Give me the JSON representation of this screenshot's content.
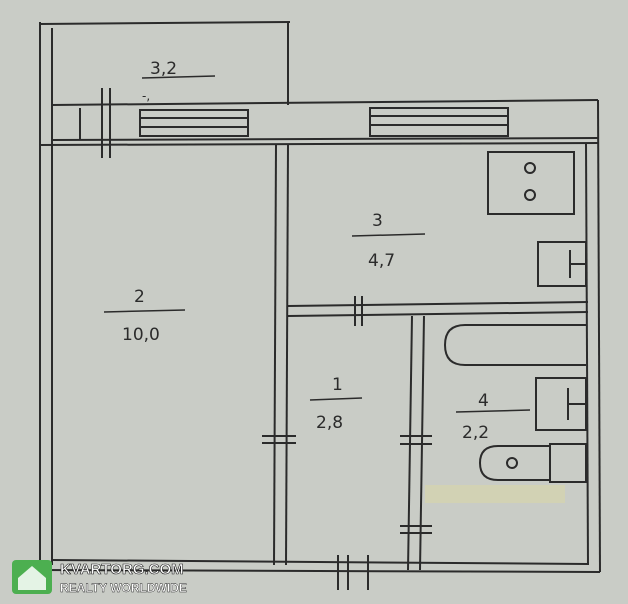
{
  "rooms": [
    {
      "number": "3,2",
      "area": ""
    },
    {
      "number": "2",
      "area": "10,0"
    },
    {
      "number": "3",
      "area": "4,7"
    },
    {
      "number": "1",
      "area": "2,8"
    },
    {
      "number": "4",
      "area": "2,2"
    }
  ],
  "watermark": {
    "brand": "KVARTORG.COM",
    "tagline": "REALTY WORLDWIDE",
    "accent_color": "#4caf50"
  },
  "colors": {
    "paper": "#c9ccc6",
    "ink": "#2b2b2b"
  }
}
